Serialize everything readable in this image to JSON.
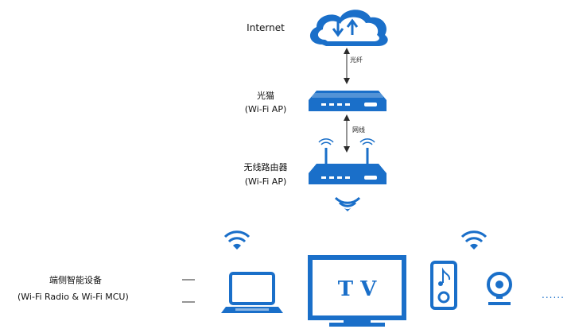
{
  "internet": {
    "label": "Internet"
  },
  "modem": {
    "name": "光猫",
    "sub": "(Wi-Fi AP)"
  },
  "router": {
    "name": "无线路由器",
    "sub": "(Wi-Fi AP)"
  },
  "links": {
    "fiber": "光纤",
    "cable": "网线"
  },
  "devices": {
    "group_name": "端侧智能设备",
    "group_sub": "(Wi-Fi Radio & Wi-Fi MCU)",
    "tv_text": "T V",
    "more": "......"
  },
  "colors": {
    "accent": "#1a6fc9",
    "line": "#2b2b2b"
  },
  "icons": [
    "cloud-icon",
    "modem-icon",
    "router-icon",
    "wifi-icon",
    "laptop-icon",
    "tv-icon",
    "speaker-icon",
    "camera-icon"
  ]
}
